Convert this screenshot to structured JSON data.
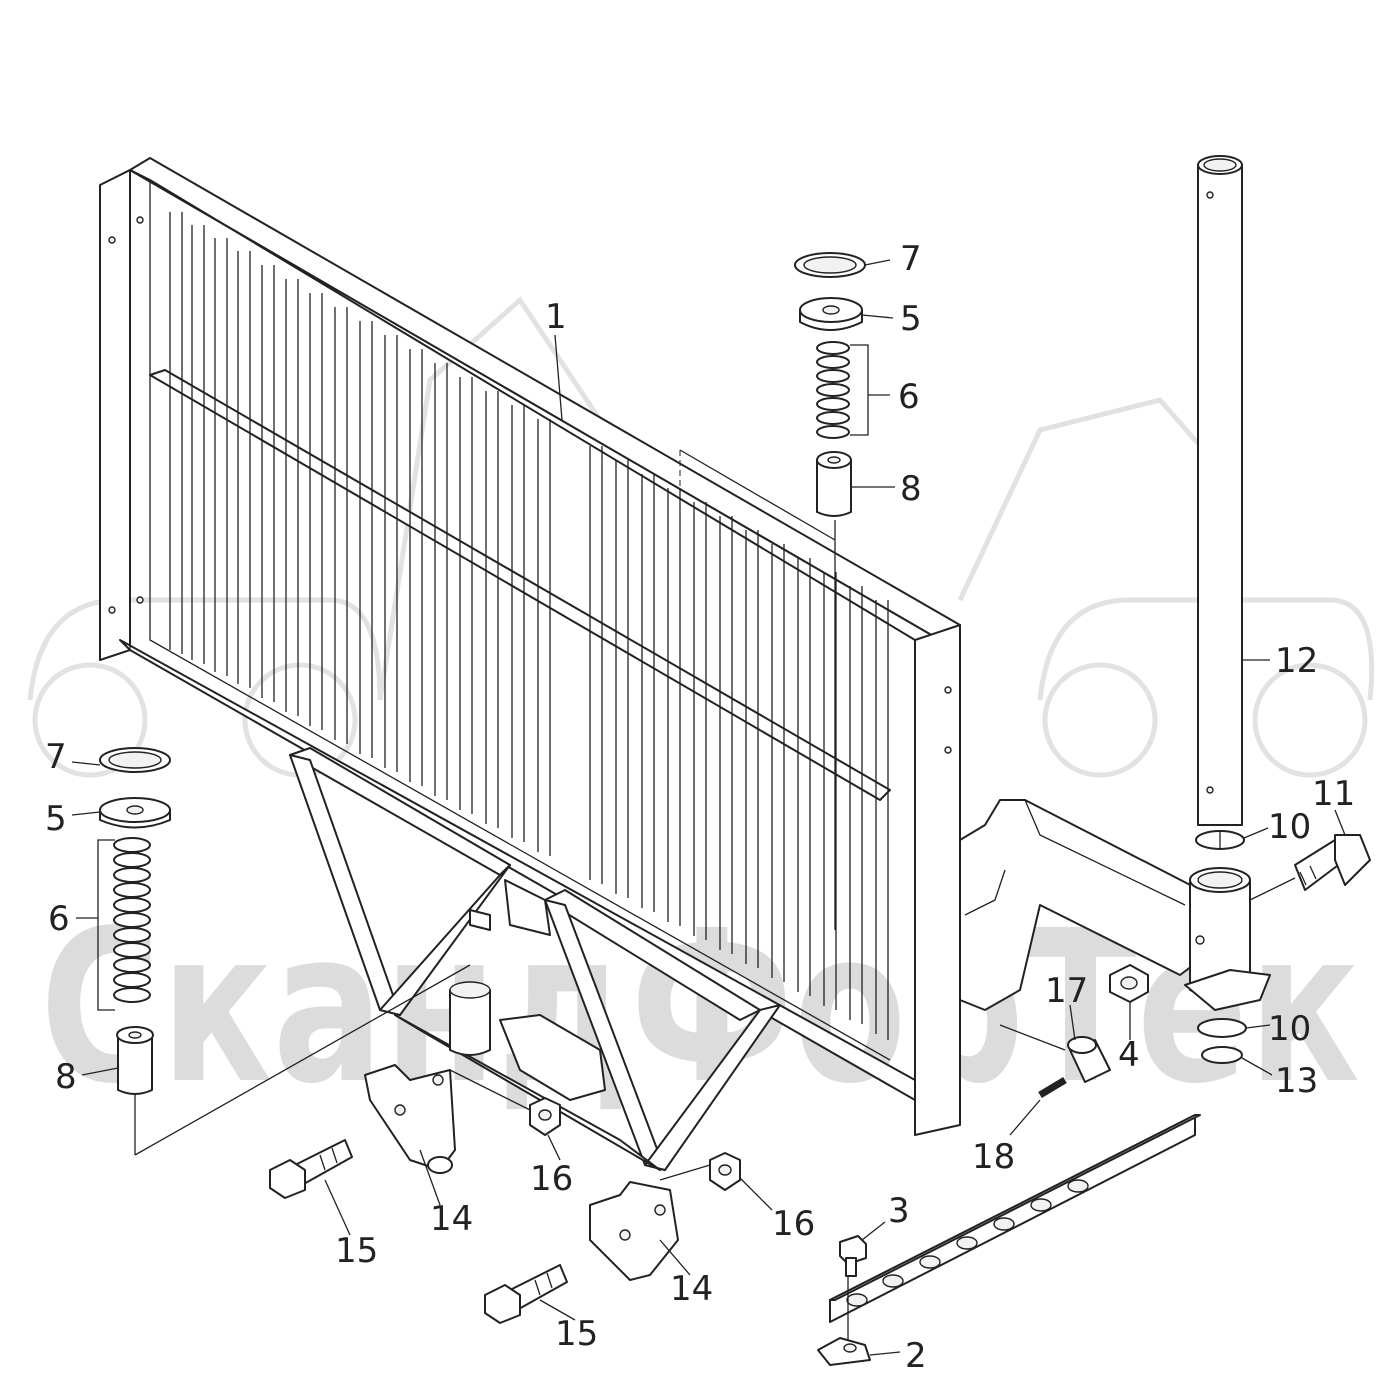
{
  "watermark": {
    "text": "СкандФорТек",
    "color": "#d9d9d9"
  },
  "callouts": [
    {
      "id": "c1",
      "label": "1"
    },
    {
      "id": "c2",
      "label": "2"
    },
    {
      "id": "c3",
      "label": "3"
    },
    {
      "id": "c4",
      "label": "4"
    },
    {
      "id": "c5a",
      "label": "5"
    },
    {
      "id": "c5b",
      "label": "5"
    },
    {
      "id": "c6a",
      "label": "6"
    },
    {
      "id": "c6b",
      "label": "6"
    },
    {
      "id": "c7a",
      "label": "7"
    },
    {
      "id": "c7b",
      "label": "7"
    },
    {
      "id": "c8a",
      "label": "8"
    },
    {
      "id": "c8b",
      "label": "8"
    },
    {
      "id": "c10a",
      "label": "10"
    },
    {
      "id": "c10b",
      "label": "10"
    },
    {
      "id": "c11",
      "label": "11"
    },
    {
      "id": "c12",
      "label": "12"
    },
    {
      "id": "c13",
      "label": "13"
    },
    {
      "id": "c14a",
      "label": "14"
    },
    {
      "id": "c14b",
      "label": "14"
    },
    {
      "id": "c15a",
      "label": "15"
    },
    {
      "id": "c15b",
      "label": "15"
    },
    {
      "id": "c16a",
      "label": "16"
    },
    {
      "id": "c16b",
      "label": "16"
    },
    {
      "id": "c17",
      "label": "17"
    },
    {
      "id": "c18",
      "label": "18"
    }
  ]
}
